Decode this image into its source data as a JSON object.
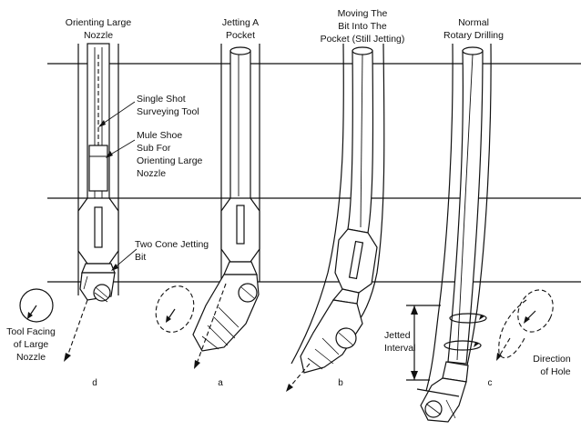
{
  "labels": {
    "d_title_1": "Orienting Large",
    "d_title_2": "Nozzle",
    "a_title_1": "Jetting A",
    "a_title_2": "Pocket",
    "b_title_1": "Moving The",
    "b_title_2": "Bit Into The",
    "b_title_3": "Pocket (Still Jetting)",
    "c_title_1": "Normal",
    "c_title_2": "Rotary Drilling",
    "survey_1": "Single Shot",
    "survey_2": "Surveying Tool",
    "mule_1": "Mule Shoe",
    "mule_2": "Sub For",
    "mule_3": "Orienting Large",
    "mule_4": "Nozzle",
    "bit_1": "Two Cone Jetting",
    "bit_2": "Bit",
    "tool_1": "Tool Facing",
    "tool_2": "of Large",
    "tool_3": "Nozzle",
    "jet_1": "Jetted",
    "jet_2": "Interval",
    "dir_1": "Direction",
    "dir_2": "of Hole",
    "fig_d": "d",
    "fig_a": "a",
    "fig_b": "b",
    "fig_c": "c"
  }
}
